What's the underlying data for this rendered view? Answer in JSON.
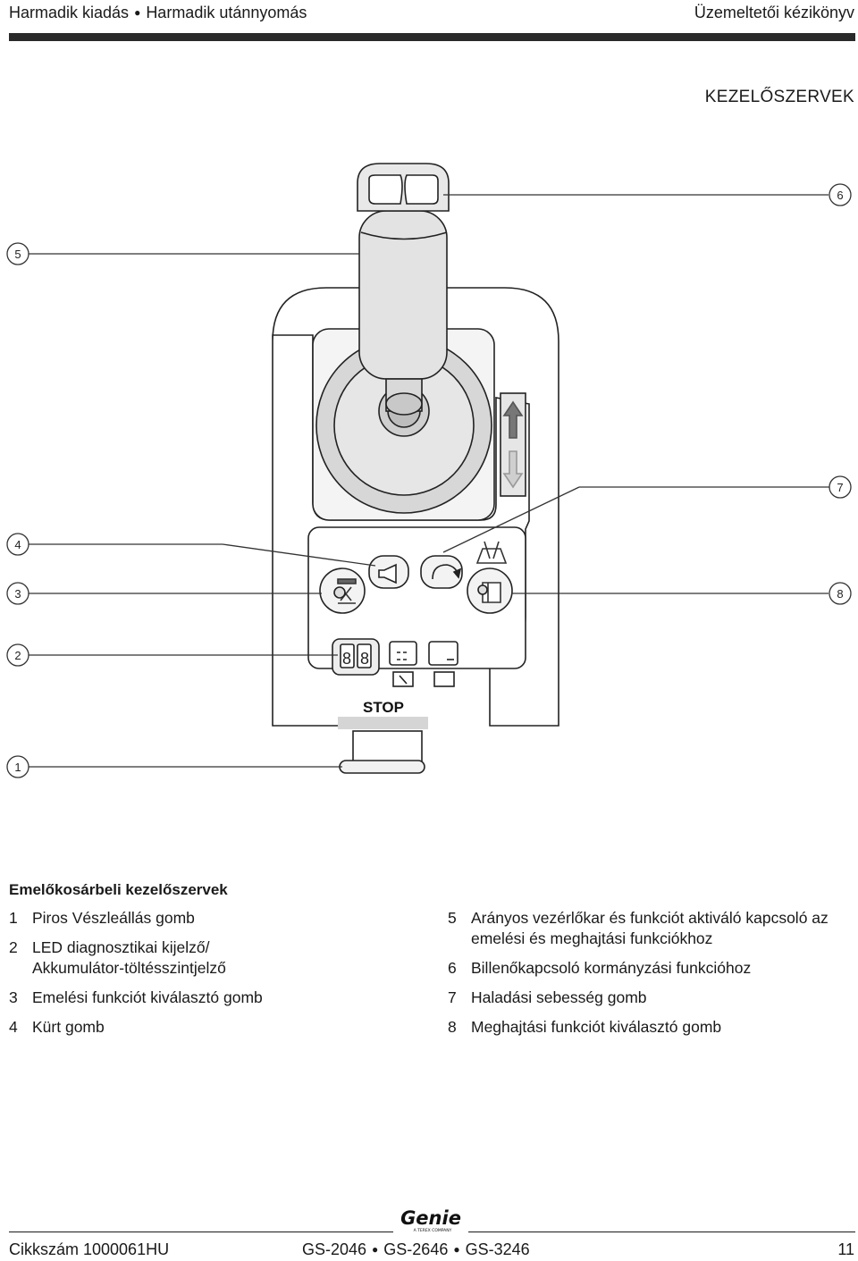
{
  "header": {
    "edition": "Harmadik kiadás",
    "printing": "Harmadik utánnyomás",
    "manual": "Üzemeltetői kézikönyv"
  },
  "section_title": "KEZELŐSZERVEK",
  "figure": {
    "callouts": [
      "1",
      "2",
      "3",
      "4",
      "5",
      "6",
      "7",
      "8"
    ],
    "stop_label": "STOP"
  },
  "caption": {
    "title": "Emelőkosárbeli kezelőszervek",
    "items_left": [
      {
        "num": "1",
        "text": "Piros Vészleállás gomb"
      },
      {
        "num": "2",
        "text": "LED diagnosztikai kijelző/ Akkumulátor-töltésszintjelző"
      },
      {
        "num": "3",
        "text": "Emelési funkciót kiválasztó gomb"
      },
      {
        "num": "4",
        "text": "Kürt gomb"
      }
    ],
    "items_right": [
      {
        "num": "5",
        "text": "Arányos vezérlőkar és funkciót aktiváló kapcsoló az emelési és meghajtási funkciókhoz"
      },
      {
        "num": "6",
        "text": "Billenőkapcsoló kormányzási funkcióhoz"
      },
      {
        "num": "7",
        "text": "Haladási sebesség gomb"
      },
      {
        "num": "8",
        "text": "Meghajtási funkciót kiválasztó gomb"
      }
    ]
  },
  "footer": {
    "part_number": "Cikkszám 1000061HU",
    "models": [
      "GS-2046",
      "GS-2646",
      "GS-3246"
    ],
    "page": "11",
    "logo_text": "Genie",
    "logo_sub": "A TEREX COMPANY"
  }
}
